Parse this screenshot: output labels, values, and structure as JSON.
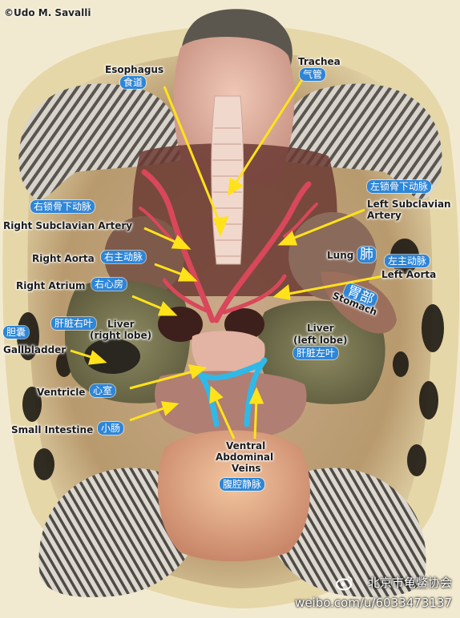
{
  "credit": "©Udo M. Savalli",
  "labels": {
    "esophagus": "Esophagus",
    "esophagus_zh": "食道",
    "trachea": "Trachea",
    "trachea_zh": "气管",
    "right_subclavian_zh": "右锁骨下动脉",
    "right_subclavian": "Right Subclavian Artery",
    "left_subclavian_zh": "左锁骨下动脉",
    "left_subclavian_1": "Left Subclavian",
    "left_subclavian_2": "Artery",
    "right_aorta": "Right Aorta",
    "right_aorta_zh": "右主动脉",
    "lung": "Lung",
    "lung_zh": "肺",
    "left_aorta_zh": "左主动脉",
    "left_aorta": "Left Aorta",
    "right_atrium": "Right Atrium",
    "right_atrium_zh": "右心房",
    "stomach_zh": "胃部",
    "stomach": "Stomach",
    "liver_right_zh": "肝脏右叶",
    "liver_right_1": "Liver",
    "liver_right_2": "(right lobe)",
    "liver_left_1": "Liver",
    "liver_left_2": "(left lobe)",
    "liver_left_zh": "肝脏左叶",
    "gallbladder_zh": "胆囊",
    "gallbladder": "Gallbladder",
    "ventricle": "Ventricle",
    "ventricle_zh": "心室",
    "small_intestine": "Small Intestine",
    "small_intestine_zh": "小肠",
    "ventral_1": "Ventral",
    "ventral_2": "Abdominal",
    "ventral_3": "Veins",
    "ventral_zh": "腹腔静脉"
  },
  "watermark": {
    "org": "北京市龟鳖协会",
    "url": "weibo.com/u/6033473137"
  },
  "colors": {
    "arrow": "#ffe21a",
    "label_zh_bg": "#2d86d8",
    "vessel": "#d8475a",
    "vein": "#2fb9e8"
  }
}
